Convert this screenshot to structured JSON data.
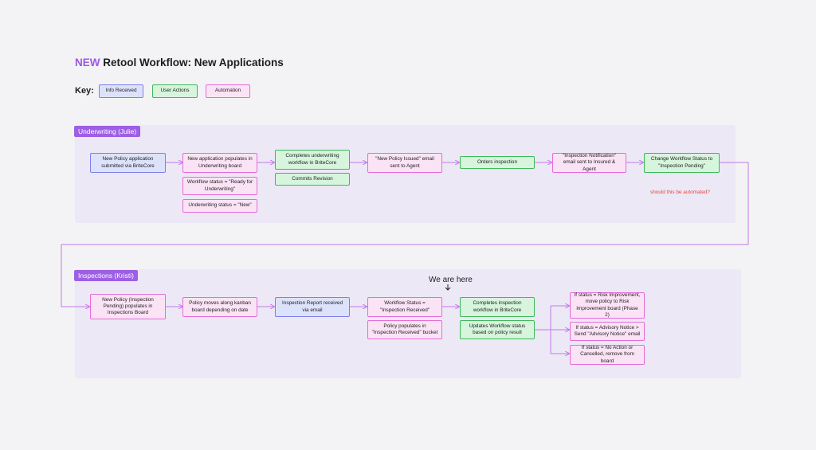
{
  "title": {
    "prefix": "NEW",
    "text": "Retool Workflow: New Applications"
  },
  "key": {
    "label": "Key:",
    "info": "Info Received",
    "user": "User Actions",
    "auto": "Automation"
  },
  "underwriting": {
    "tag": "Underwriting (Julie)",
    "b1": "New Policy application submitted via BriteCore",
    "b2": "New application populates in Underwriting board",
    "b2a": "Workflow status = \"Ready for Underwriting\"",
    "b2b": "Underwriting status = \"New\"",
    "b3": "Completes underwriting workflow in BriteCore",
    "b3a": "Commits Revision",
    "b4": "\"New Policy Issued\" email sent to Agent",
    "b5": "Orders inspection",
    "b6": "\"Inspection Notification\" email sent to Insured & Agent",
    "b7": "Change Workflow Status to \"Inspection Pending\"",
    "note": "should this be automated?"
  },
  "inspections": {
    "tag": "Inspections (Kristi)",
    "here": "We are here",
    "c1": "New Policy (Inspection Pending) populates in Inspections Board",
    "c2": "Policy moves along kanban board depending on date",
    "c3": "Inspection Report received via email",
    "c4": "Workflow Status = \"Inspection Received\"",
    "c4a": "Policy populates in \"Inspection Received\" bucket",
    "c5": "Completes inspection workflow in BriteCore",
    "c5a": "Updates Workflow status based on policy result",
    "c6": "If status = Risk Improvement, move policy to Risk Improvement board (Phase 2)",
    "c7": "If status = Advisory Notice > Send \"Advisory Notice\" email",
    "c8": "If status = No Action or Cancelled, remove from board"
  }
}
